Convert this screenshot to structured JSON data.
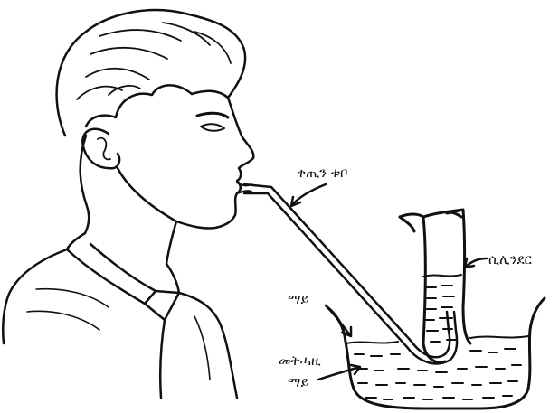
{
  "labels": {
    "tube": "ቀጢን ቱቦ",
    "cylinder": "ሲሊንደር",
    "water": "ማይ",
    "trough_water_line1": "መትሓዚ",
    "trough_water_line2": "ማይ"
  },
  "colors": {
    "ink": "#111111",
    "paper": "#ffffff"
  }
}
